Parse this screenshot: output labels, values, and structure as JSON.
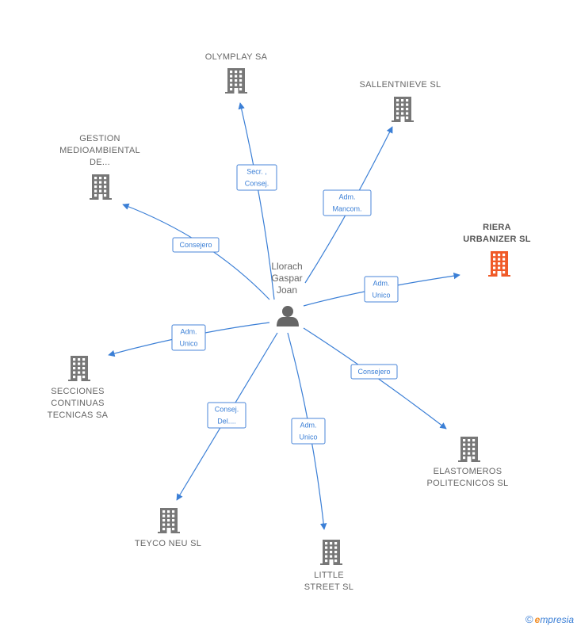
{
  "colors": {
    "edge": "#3b7fd6",
    "company": "#777777",
    "highlight": "#f05a28",
    "person": "#666666"
  },
  "center": {
    "lines": [
      "Llorach",
      "Gaspar",
      "Joan"
    ]
  },
  "companies": [
    {
      "id": "olymplay",
      "lines": [
        "OLYMPLAY SA"
      ],
      "highlight": false
    },
    {
      "id": "sallentnieve",
      "lines": [
        "SALLENTNIEVE SL"
      ],
      "highlight": false
    },
    {
      "id": "gestion",
      "lines": [
        "GESTION",
        "MEDIOAMBIENTAL",
        "DE..."
      ],
      "highlight": false
    },
    {
      "id": "riera",
      "lines": [
        "RIERA",
        "URBANIZER SL"
      ],
      "highlight": true
    },
    {
      "id": "secciones",
      "lines": [
        "SECCIONES",
        "CONTINUAS",
        "TECNICAS SA"
      ],
      "highlight": false
    },
    {
      "id": "elastomeros",
      "lines": [
        "ELASTOMEROS",
        "POLITECNICOS SL"
      ],
      "highlight": false
    },
    {
      "id": "teyco",
      "lines": [
        "TEYCO NEU SL"
      ],
      "highlight": false
    },
    {
      "id": "little",
      "lines": [
        "LITTLE",
        "STREET SL"
      ],
      "highlight": false
    }
  ],
  "edges": [
    {
      "to": "olymplay",
      "lines": [
        "Secr. ,",
        "Consej."
      ]
    },
    {
      "to": "sallentnieve",
      "lines": [
        "Adm.",
        "Mancom."
      ]
    },
    {
      "to": "gestion",
      "lines": [
        "Consejero"
      ]
    },
    {
      "to": "riera",
      "lines": [
        "Adm.",
        "Unico"
      ]
    },
    {
      "to": "secciones",
      "lines": [
        "Adm.",
        "Unico"
      ]
    },
    {
      "to": "elastomeros",
      "lines": [
        "Consejero"
      ]
    },
    {
      "to": "teyco",
      "lines": [
        "Consej.",
        "Del...."
      ]
    },
    {
      "to": "little",
      "lines": [
        "Adm.",
        "Unico"
      ]
    }
  ],
  "brand": {
    "symbol": "©",
    "initial": "e",
    "rest": "mpresia"
  }
}
